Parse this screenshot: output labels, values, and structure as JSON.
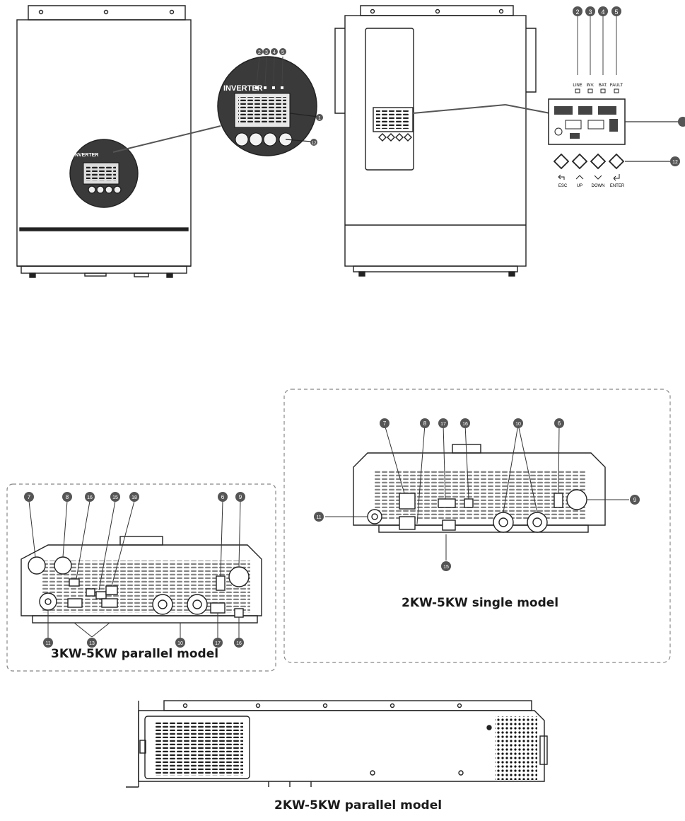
{
  "front_views": {
    "brand_label": "INVERTER",
    "indicator_labels": [
      "LINE",
      "INV.",
      "BAT.",
      "FAULT"
    ],
    "indicator_callouts": [
      "2",
      "3",
      "4",
      "5"
    ],
    "lcd_callout": "1",
    "button_callout": "12",
    "buttons": [
      {
        "label": "ESC",
        "icon": "return-arrow-icon"
      },
      {
        "label": "UP",
        "icon": "chevron-up-icon"
      },
      {
        "label": "DOWN",
        "icon": "chevron-down-icon"
      },
      {
        "label": "ENTER",
        "icon": "enter-arrow-icon"
      }
    ]
  },
  "parallel_panel": {
    "caption": "3KW-5KW parallel model",
    "callouts_top": [
      "7",
      "8",
      "16",
      "15",
      "18",
      "6",
      "9"
    ],
    "callouts_bottom": [
      "11",
      "13",
      "10",
      "17",
      "16"
    ]
  },
  "single_panel": {
    "caption": "2KW-5KW single model",
    "callouts": [
      "7",
      "8",
      "17",
      "16",
      "10",
      "6",
      "9",
      "11",
      "15"
    ]
  },
  "side_view": {
    "caption": "2KW-5KW parallel model"
  }
}
